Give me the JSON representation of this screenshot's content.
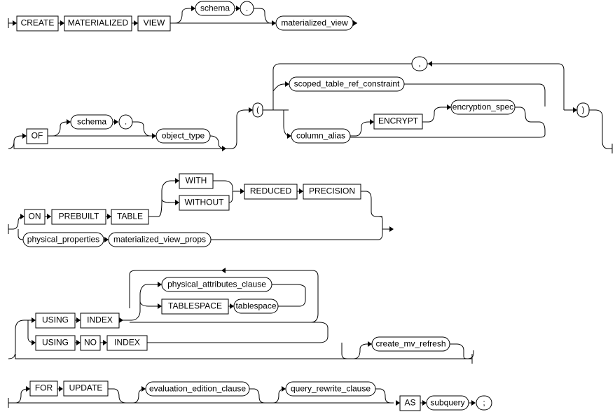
{
  "diagram": {
    "row1": {
      "create": "CREATE",
      "materialized": "MATERIALIZED",
      "view": "VIEW",
      "schema": "schema",
      "dot": ".",
      "materialized_view": "materialized_view"
    },
    "row2": {
      "of": "OF",
      "schema": "schema",
      "dot": ".",
      "object_type": "object_type",
      "lparen": "(",
      "comma": ",",
      "scoped_table_ref_constraint": "scoped_table_ref_constraint",
      "column_alias": "column_alias",
      "encrypt": "ENCRYPT",
      "encryption_spec": "encryption_spec",
      "rparen": ")"
    },
    "row3": {
      "on": "ON",
      "prebuilt": "PREBUILT",
      "table": "TABLE",
      "with": "WITH",
      "without": "WITHOUT",
      "reduced": "REDUCED",
      "precision": "PRECISION",
      "physical_properties": "physical_properties",
      "materialized_view_props": "materialized_view_props"
    },
    "row4": {
      "using1": "USING",
      "index1": "INDEX",
      "physical_attributes_clause": "physical_attributes_clause",
      "tablespace_kw": "TABLESPACE",
      "tablespace": "tablespace",
      "using2": "USING",
      "no": "NO",
      "index2": "INDEX",
      "create_mv_refresh": "create_mv_refresh"
    },
    "row5": {
      "for": "FOR",
      "update": "UPDATE",
      "evaluation_edition_clause": "evaluation_edition_clause",
      "query_rewrite_clause": "query_rewrite_clause",
      "as": "AS",
      "subquery": "subquery",
      "semicolon": ";"
    }
  }
}
